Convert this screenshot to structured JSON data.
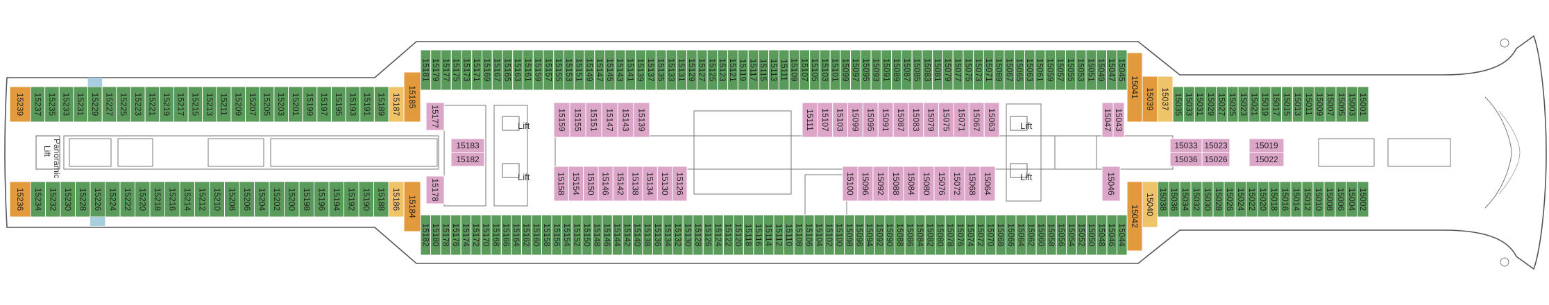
{
  "colors": {
    "outside": "#5a9a5a",
    "inside": "#dca6c8",
    "suite": "#e29a3c",
    "suite_light": "#eec36a",
    "accessible": "#a7cfe0",
    "hull": "#ffffff",
    "outline": "#555555",
    "interior": "#f2f2f2"
  },
  "aft_upper": {
    "first": "15239",
    "cabins": [
      "15237",
      "15235",
      "15233",
      "15231",
      "15229",
      "15227",
      "15225",
      "15223",
      "15221",
      "15219",
      "15217",
      "15215",
      "15213",
      "15211",
      "15209",
      "15207",
      "15205",
      "15203",
      "15201",
      "15199",
      "15197",
      "15195",
      "15193",
      "15191",
      "15189"
    ],
    "end": [
      "15187",
      "15185"
    ]
  },
  "aft_lower": {
    "first": "15236",
    "cabins": [
      "15234",
      "15232",
      "15230",
      "15228",
      "15226",
      "15224",
      "15222",
      "15220",
      "15218",
      "15216",
      "15214",
      "15212",
      "15210",
      "15208",
      "15206",
      "15204",
      "15202",
      "15200",
      "15198",
      "15196",
      "15194",
      "15192",
      "15190",
      "15188"
    ],
    "end": [
      "15186",
      "15184"
    ]
  },
  "mid_upper": [
    "15181",
    "15179",
    "15177",
    "15175",
    "15173",
    "15171",
    "15169",
    "15167",
    "15165",
    "15163",
    "15161",
    "15159",
    "15157",
    "15155",
    "15153",
    "15151",
    "15149",
    "15147",
    "15145",
    "15143",
    "15141",
    "15139",
    "15137",
    "15135",
    "15133",
    "15131",
    "15129",
    "15127",
    "15125",
    "15123",
    "15121",
    "15119",
    "15117",
    "15115",
    "15113",
    "15111",
    "15109",
    "15107",
    "15105",
    "15103",
    "15101",
    "15099",
    "15097",
    "15095",
    "15093",
    "15091",
    "15089",
    "15087",
    "15085",
    "15083",
    "15081",
    "15079",
    "15077",
    "15075",
    "15073",
    "15071",
    "15069",
    "15067",
    "15065",
    "15063",
    "15061",
    "15059",
    "15057",
    "15055",
    "15053",
    "15051",
    "15049",
    "15047",
    "15045"
  ],
  "mid_lower": [
    "15182",
    "15180",
    "15178",
    "15176",
    "15174",
    "15172",
    "15170",
    "15168",
    "15166",
    "15164",
    "15162",
    "15160",
    "15158",
    "15156",
    "15154",
    "15152",
    "15150",
    "15148",
    "15146",
    "15144",
    "15142",
    "15140",
    "15138",
    "15136",
    "15134",
    "15132",
    "15130",
    "15128",
    "15126",
    "15124",
    "15122",
    "15120",
    "15118",
    "15116",
    "15114",
    "15112",
    "15110",
    "15108",
    "15106",
    "15104",
    "15102",
    "15100",
    "15098",
    "15096",
    "15094",
    "15092",
    "15090",
    "15088",
    "15086",
    "15084",
    "15082",
    "15080",
    "15078",
    "15076",
    "15074",
    "15072",
    "15070",
    "15068",
    "15066",
    "15064",
    "15062",
    "15060",
    "15058",
    "15056",
    "15054",
    "15052",
    "15050",
    "15048",
    "15046",
    "15044"
  ],
  "fwd_upper": {
    "suite": [
      "15041",
      "15039",
      "15037"
    ],
    "cabins": [
      "15035",
      "15033",
      "15031",
      "15029",
      "15027",
      "15025",
      "15023",
      "15021",
      "15019",
      "15017",
      "15015",
      "15013",
      "15011",
      "15009",
      "15007",
      "15005",
      "15003",
      "15001"
    ]
  },
  "fwd_lower": {
    "suite": [
      "15042",
      "15040"
    ],
    "cabins": [
      "15038",
      "15036",
      "15034",
      "15032",
      "15030",
      "15028",
      "15026",
      "15024",
      "15022",
      "15020",
      "15018",
      "15016",
      "15014",
      "15012",
      "15010",
      "15008",
      "15006",
      "15004",
      "15002"
    ]
  },
  "inside_cabins": {
    "aft_top": [
      "15177"
    ],
    "aft_bottom": [
      "15178"
    ],
    "aft_center": [
      "15183",
      "15182"
    ],
    "top_row": [
      "15159",
      "15155",
      "15151",
      "15147",
      "15143",
      "15139"
    ],
    "bottom_row": [
      "15158",
      "15154",
      "15150",
      "15146",
      "15142",
      "15138",
      "15134",
      "15130",
      "15126"
    ],
    "mid_top_row": [
      "15111",
      "15107",
      "15103",
      "15099",
      "15095",
      "15091",
      "15087",
      "15083",
      "15079",
      "15075",
      "15071",
      "15067",
      "15063"
    ],
    "mid_bottom_row": [
      "15100",
      "15096",
      "15092",
      "15088",
      "15084",
      "15080",
      "15076",
      "15072",
      "15068",
      "15064"
    ],
    "fwd_top": [
      "15047",
      "15043"
    ],
    "fwd_bottom": [
      "15046"
    ],
    "fwd_center": [
      [
        "15033",
        "15023"
      ],
      [
        "15036",
        "15026"
      ],
      [
        "15019"
      ],
      [
        "15022"
      ]
    ]
  },
  "labels": {
    "panoramic": "Panoramic",
    "lift_small": "Lift",
    "lift": "Lift"
  }
}
